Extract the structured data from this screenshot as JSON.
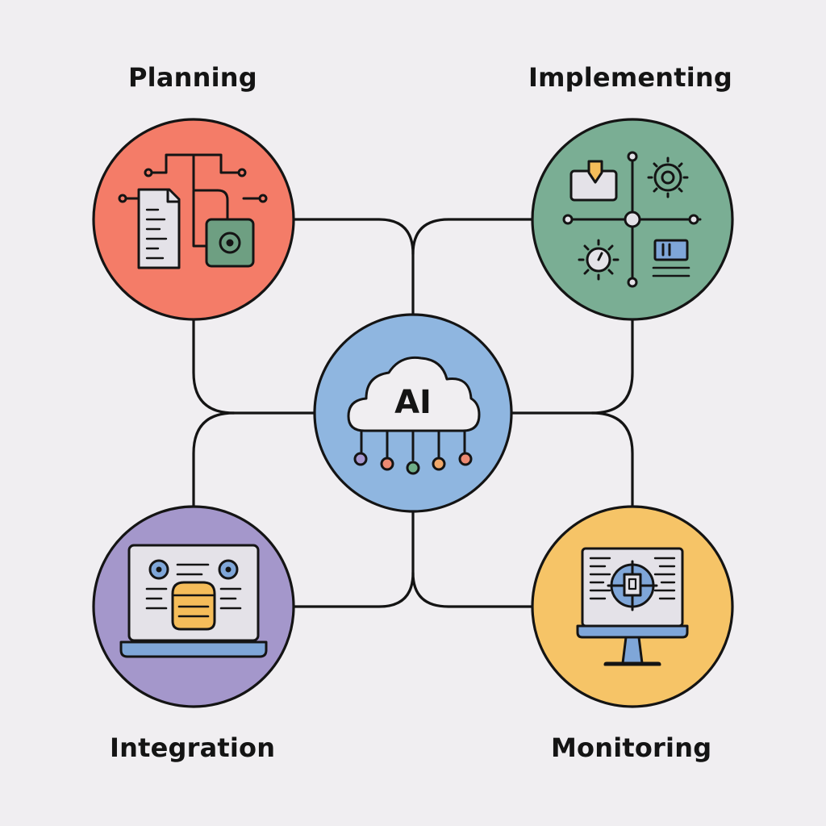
{
  "stages": {
    "planning": "Planning",
    "implementing": "Implementing",
    "integration": "Integration",
    "monitoring": "Monitoring"
  },
  "hub": {
    "label": "AI"
  },
  "colors": {
    "background": "#f0eef1",
    "planning": "#f47c68",
    "implementing": "#7aae94",
    "integration": "#a497cb",
    "monitoring": "#f6c467",
    "hub": "#8fb6e0",
    "outline": "#141414",
    "doc_fill": "#e4e2e8",
    "chip_green": "#6e9f82",
    "accent_yellow": "#f5bd5a",
    "accent_blue": "#7fa6d8",
    "node_salmon": "#ec8a72",
    "node_orange": "#f0a86a",
    "node_green": "#6fae88",
    "node_purple": "#a797cf"
  },
  "icons": {
    "hub": "ai-cloud-icon",
    "planning": "document-circuit-icon",
    "implementing": "network-gears-icon",
    "integration": "laptop-dashboard-icon",
    "monitoring": "monitor-target-icon"
  }
}
